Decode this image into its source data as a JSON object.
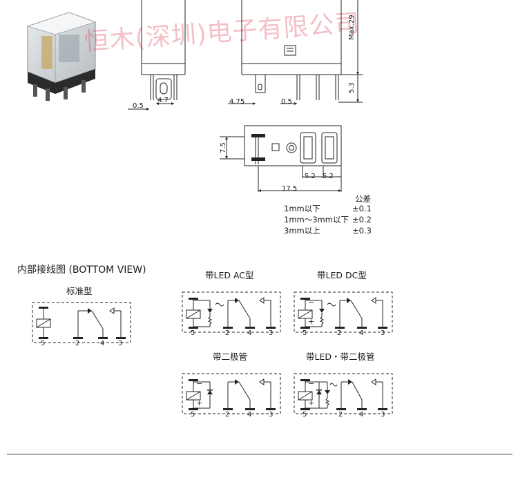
{
  "watermark": "恒木(深圳)电子有限公司",
  "dims": {
    "d05a": "0.5",
    "d47": "4.7",
    "d475": "4.75",
    "d05b": "0.5",
    "d53": "5.3",
    "dmax": "Max.29",
    "d75": "7.5",
    "d52a": "5.2",
    "d52b": "5.2",
    "d175": "17.5"
  },
  "tolerance": {
    "header": "公差",
    "rows": [
      {
        "range": "1mm以下",
        "value": "±0.1"
      },
      {
        "range": "1mm～3mm以下",
        "value": "±0.2"
      },
      {
        "range": "3mm以上",
        "value": "±0.3"
      }
    ]
  },
  "section_title": "内部接线图 (BOTTOM VIEW)",
  "diagrams": {
    "standard": {
      "label": "标准型",
      "pins": [
        "5",
        "2",
        "4",
        "3"
      ]
    },
    "led_ac": {
      "label": "带LED AC型",
      "pins": [
        "5",
        "2",
        "4",
        "3"
      ]
    },
    "led_dc": {
      "label": "带LED DC型",
      "pins": [
        "5",
        "2",
        "4",
        "3"
      ],
      "polarity": [
        "−",
        "+"
      ]
    },
    "diode": {
      "label": "带二极管",
      "pins": [
        "5",
        "2",
        "4",
        "3"
      ],
      "polarity": [
        "−",
        "+"
      ]
    },
    "led_diode": {
      "label": "带LED・带二极管",
      "pins": [
        "5",
        "2",
        "4",
        "3"
      ],
      "polarity": [
        "−",
        "+"
      ]
    }
  }
}
